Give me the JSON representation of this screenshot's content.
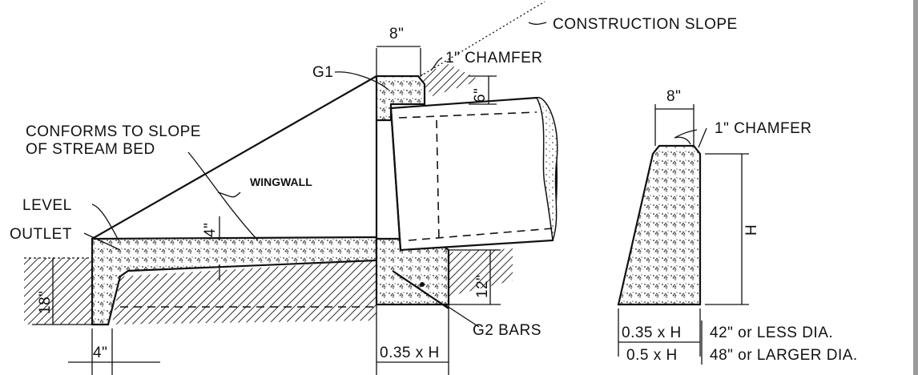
{
  "labels": {
    "construction_slope": "CONSTRUCTION SLOPE",
    "dim_8_top": "8\"",
    "chamfer_top": "1\" CHAMFER",
    "g1": "G1",
    "dim_6": "6\"",
    "conforms_line1": "CONFORMS TO SLOPE",
    "conforms_line2": "OF STREAM BED",
    "wingwall": "WINGWALL",
    "level": "LEVEL",
    "outlet": "OUTLET",
    "dim_4_upper": "4\"",
    "dim_18": "18\"",
    "dim_12": "12\"",
    "g2_bars": "G2 BARS",
    "dim_4_lower": "4\"",
    "dim_035h_bottom": "0.35 x H",
    "section_dim_8": "8\"",
    "section_chamfer": "1\" CHAMFER",
    "section_h": "H",
    "table_row1_left": "0.35 x H",
    "table_row1_right": "42\" or LESS  DIA.",
    "table_row2_left": "0.5 x H",
    "table_row2_right": "48\" or LARGER  DIA."
  }
}
